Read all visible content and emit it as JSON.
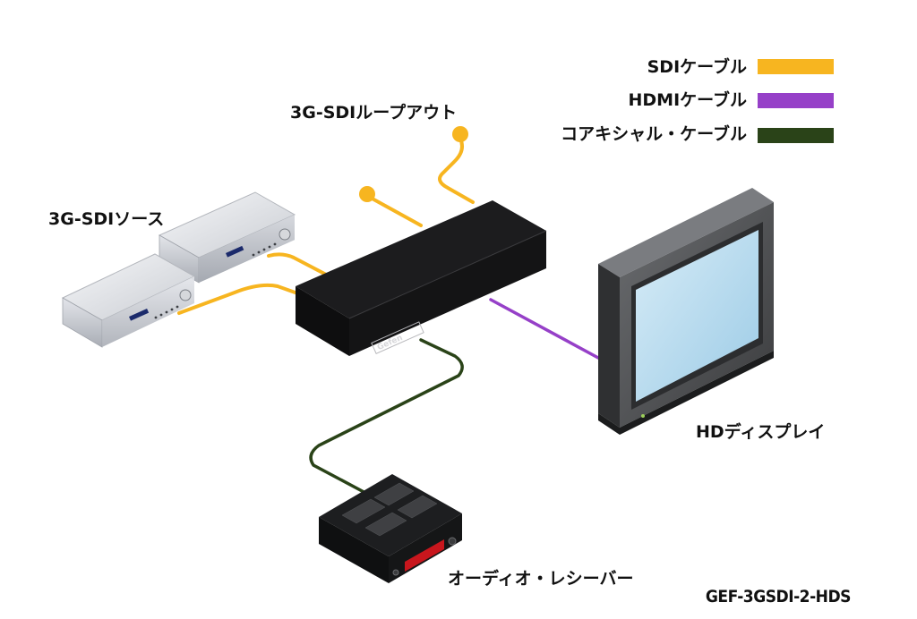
{
  "legend": {
    "items": [
      {
        "label": "SDIケーブル",
        "color": "#f7b520"
      },
      {
        "label": "HDMIケーブル",
        "color": "#9640c8"
      },
      {
        "label": "コアキシャル・ケーブル",
        "color": "#2a4318"
      }
    ]
  },
  "labels": {
    "loop_out": "3G-SDIループアウト",
    "source": "3G-SDIソース",
    "display": "HDディスプレイ",
    "receiver": "オーディオ・レシーバー"
  },
  "device": {
    "brand": "Gefen"
  },
  "model": "GEF-3GSDI-2-HDS"
}
